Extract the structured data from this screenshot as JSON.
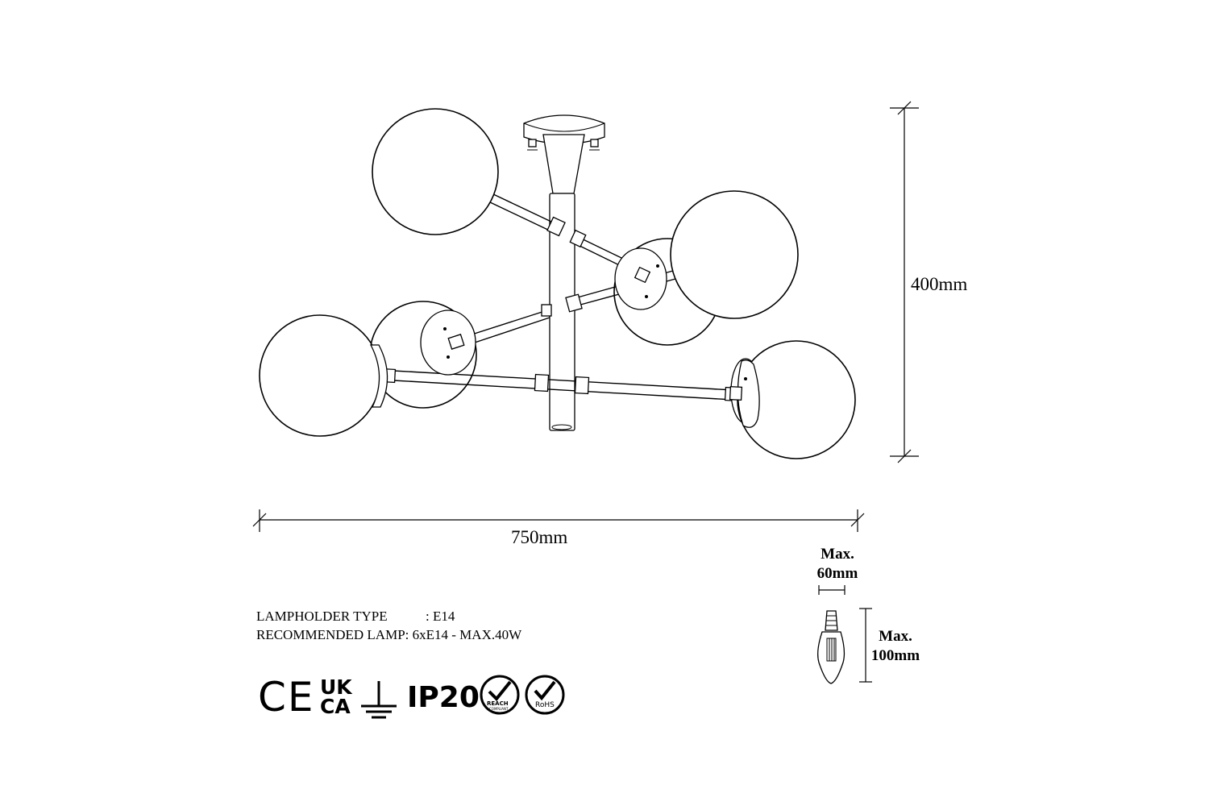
{
  "dimensions": {
    "height": "400mm",
    "width": "750mm",
    "bulb_diameter_label": "Max.",
    "bulb_diameter": "60mm",
    "bulb_length_label": "Max.",
    "bulb_length": "100mm"
  },
  "specs": [
    {
      "key": "LAMPHOLDER TYPE",
      "value": ": E14"
    },
    {
      "key": "RECOMMENDED LAMP",
      "value": ": 6xE14 - MAX.40W"
    }
  ],
  "certifications": {
    "ce": "CE",
    "ukca_top": "UK",
    "ukca_bottom": "CA",
    "ground": "ground-symbol-icon",
    "ip": "IP20",
    "reach": "REACH",
    "reach_sub": "COMPLIANT",
    "rohs": "RoHS"
  }
}
